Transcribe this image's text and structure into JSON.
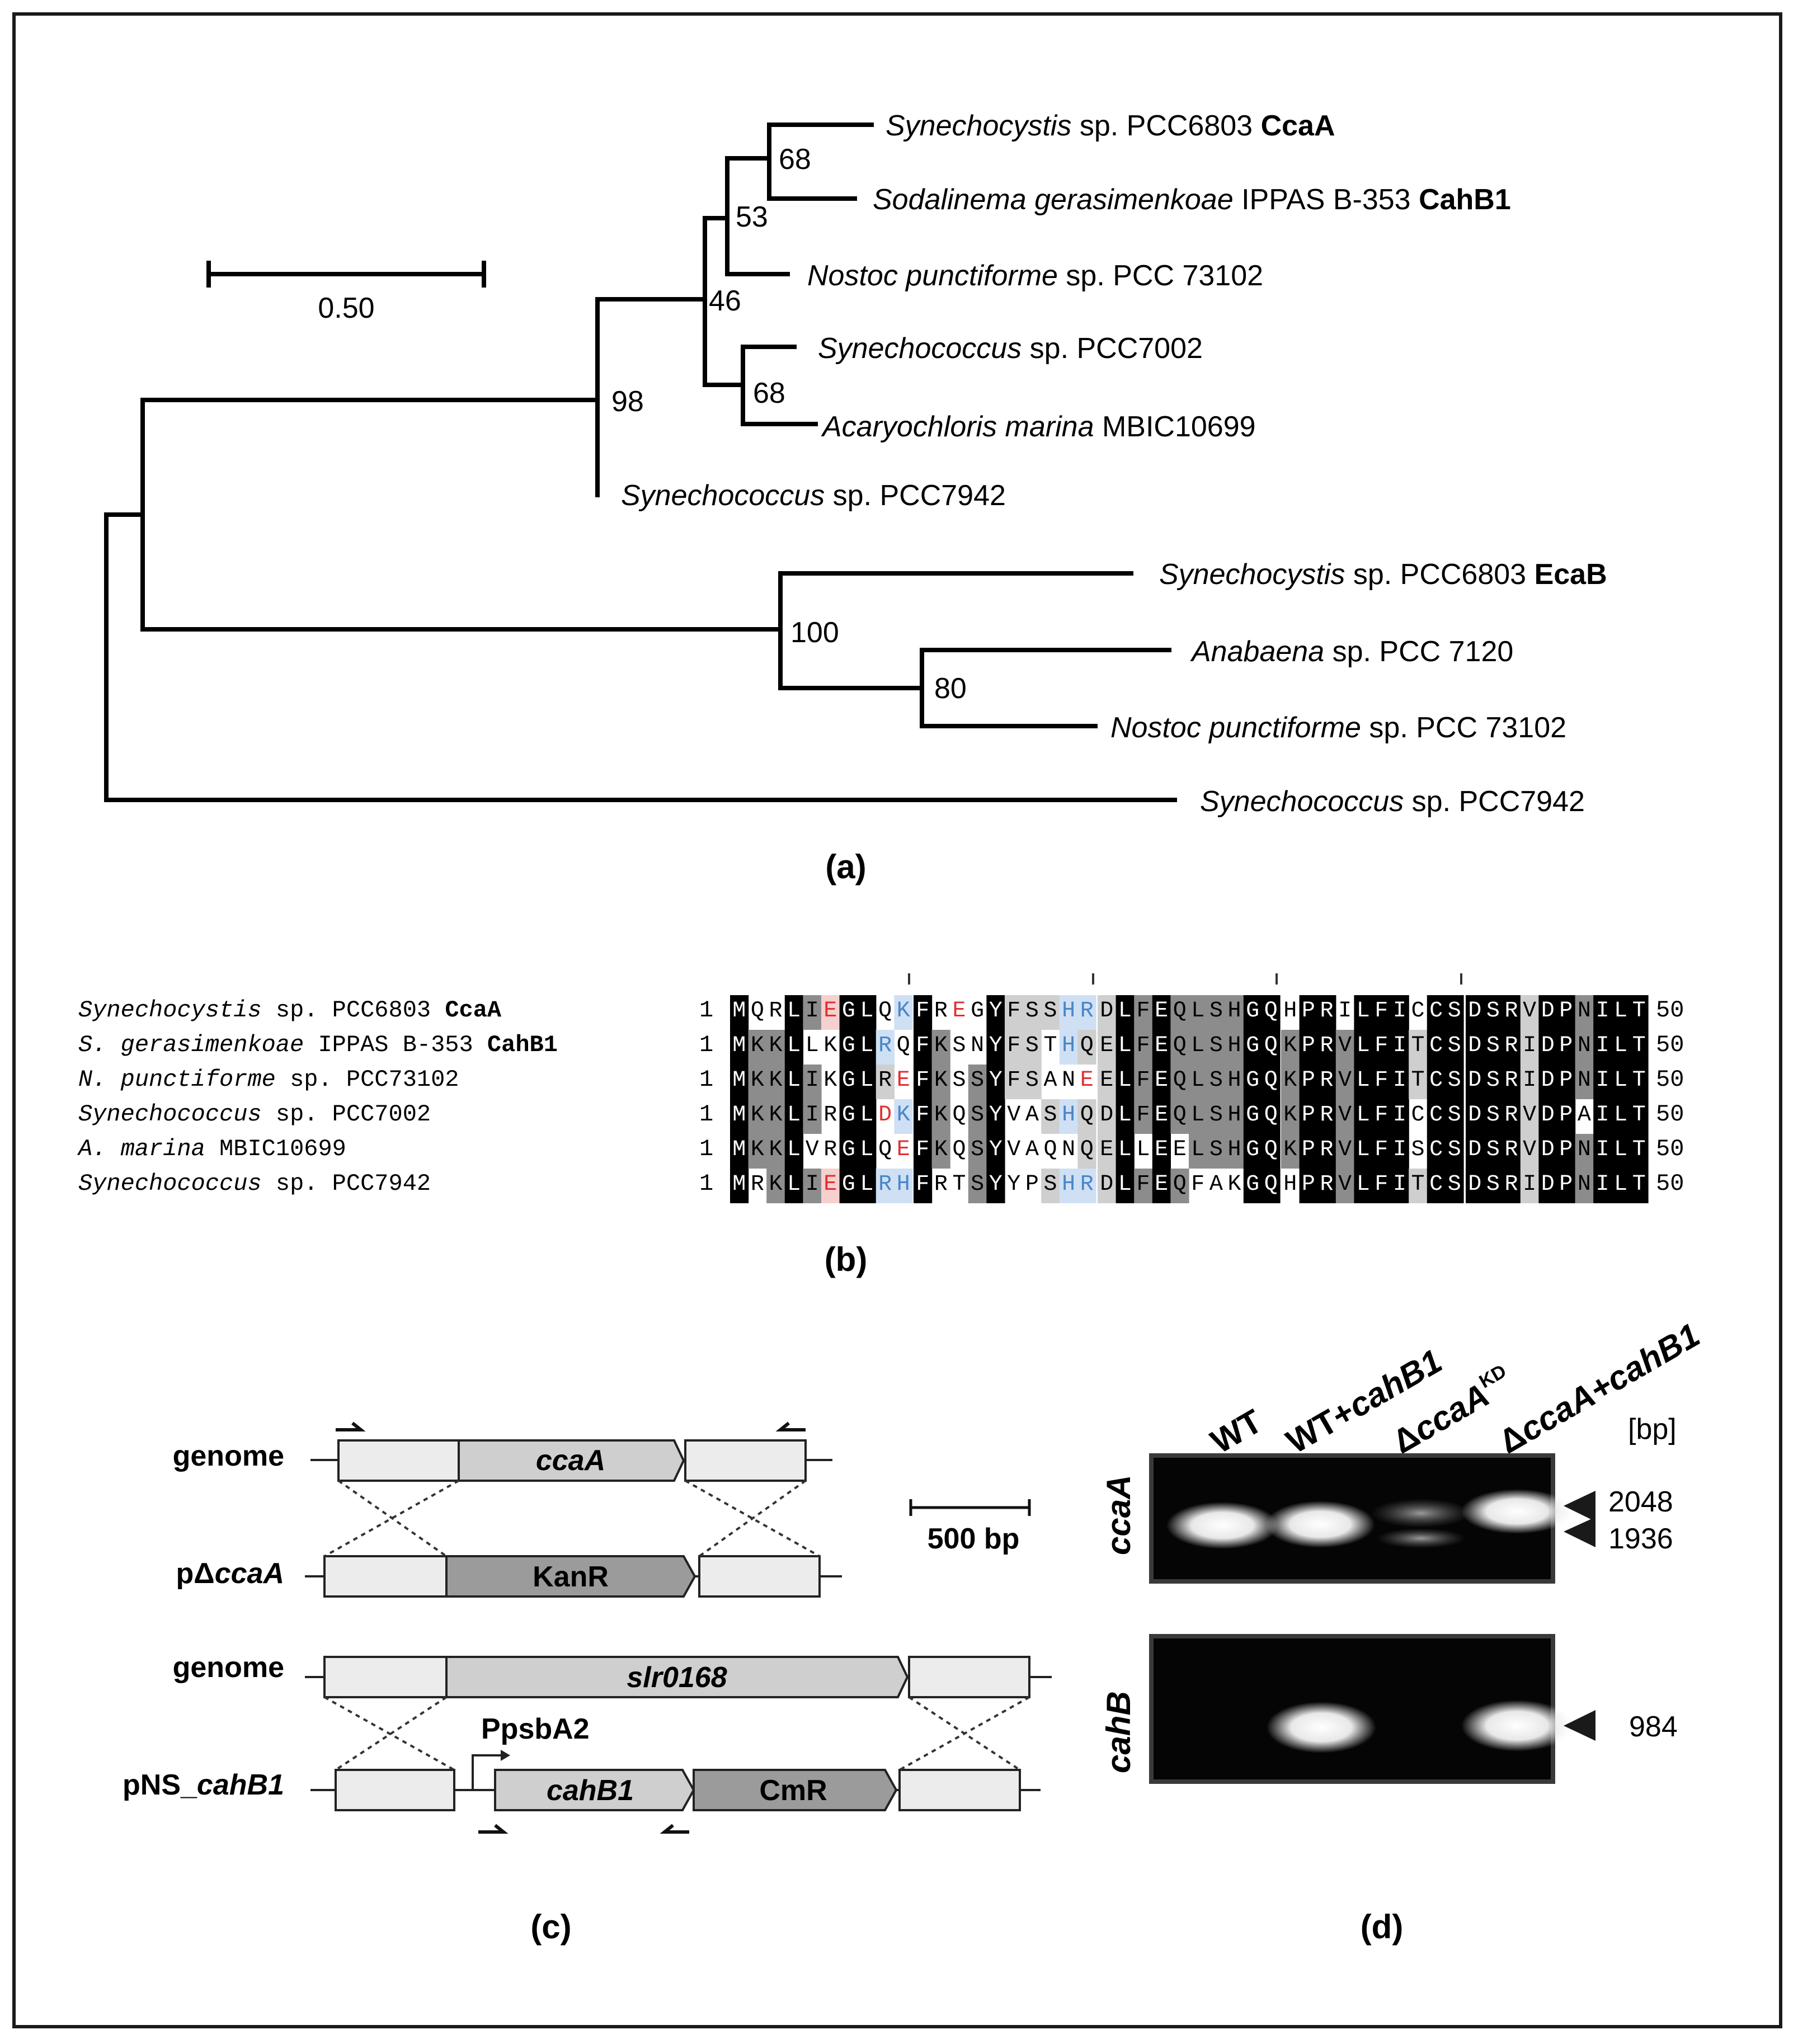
{
  "panel_labels": {
    "a": "(a)",
    "b": "(b)",
    "c": "(c)",
    "d": "(d)"
  },
  "tree": {
    "scale_label": "0.50",
    "taxa": [
      {
        "it": "Synechocystis",
        "rest": " sp. PCC6803 ",
        "bold": "CcaA"
      },
      {
        "it": "Sodalinema gerasimenkoae",
        "rest": " IPPAS B-353  ",
        "bold": "CahB1"
      },
      {
        "it": "Nostoc punctiforme",
        "rest": " sp. PCC 73102",
        "bold": ""
      },
      {
        "it": "Synechococcus",
        "rest": " sp. PCC7002",
        "bold": ""
      },
      {
        "it": "Acaryochloris marina",
        "rest": " MBIC10699",
        "bold": ""
      },
      {
        "it": "Synechococcus",
        "rest": " sp. PCC7942",
        "bold": ""
      },
      {
        "it": "Synechocystis",
        "rest": " sp. PCC6803 ",
        "bold": "EcaB"
      },
      {
        "it": "Anabaena",
        "rest": " sp. PCC 7120",
        "bold": ""
      },
      {
        "it": "Nostoc punctiforme",
        "rest": " sp. PCC 73102",
        "bold": ""
      },
      {
        "it": "Synechococcus",
        "rest": " sp. PCC7942",
        "bold": ""
      }
    ],
    "bootstraps": [
      "68",
      "53",
      "46",
      "68",
      "98",
      "100",
      "80"
    ]
  },
  "alignment": {
    "start": "1",
    "end": "50",
    "rows": [
      {
        "it": "Synechocystis",
        "rest": " sp. PCC6803 ",
        "bold": "CcaA",
        "seq": "MQRLIEGLQKFREGYFSSHRDLFEQLSHGQHPRILFICCSDSRVDPNILT"
      },
      {
        "it": "S. gerasimenkoae",
        "rest": " IPPAS B-353 ",
        "bold": "CahB1",
        "seq": "MKKLLKGLRQFKSNYFSTHQELFEQLSHGQKPRVLFITCSDSRIDPNILT"
      },
      {
        "it": "N. punctiforme",
        "rest": " sp. PCC73102",
        "bold": "",
        "seq": "MKKLIKGLREFKSSYFSANEELFEQLSHGQKPRVLFITCSDSRIDPNILT"
      },
      {
        "it": "Synechococcus",
        "rest": " sp. PCC7002",
        "bold": "",
        "seq": "MKKLIRGLDKFKQSYVASHQDLFEQLSHGQKPRVLFICCSDSRVDPAILT"
      },
      {
        "it": "A. marina",
        "rest": " MBIC10699",
        "bold": "",
        "seq": "MKKLVRGLQEFKQSYVAQNQELLEELSHGQKPRVLFISCSDSRVDPNILT"
      },
      {
        "it": "Synechococcus",
        "rest": " sp. PCC7942",
        "bold": "",
        "seq": "MRKLIEGLRHFRTSYYPSHRDLFEQFAKGQHPRVLFITCSDSRIDPNILT"
      }
    ]
  },
  "construct": {
    "row_labels": [
      "genome",
      "pΔ",
      "ccaA",
      "genome",
      "pNS_",
      "cahB1"
    ],
    "gene_ccaA": "ccaA",
    "gene_kanr": "KanR",
    "gene_slr": "slr0168",
    "gene_cahb1": "cahB1",
    "gene_cmr": "CmR",
    "promoter": "PpsbA2",
    "scale": "500 bp"
  },
  "gel": {
    "lanes": [
      "WT",
      "WT+",
      "cahB1",
      "Δ",
      "ccaA",
      "KD",
      "Δ",
      "ccaA+cahB1"
    ],
    "unit": "[bp]",
    "gel1_label": "ccaA",
    "gel2_label": "cahB",
    "markers": [
      "2048",
      "1936",
      "984"
    ]
  },
  "colors": {
    "black": "#000000",
    "dark": "#8c8c8c",
    "light": "#cfcfcf",
    "red": "#e03030",
    "blue": "#4a86c8",
    "blue_bg": "#cfe0f4",
    "red_bg": "#f6cfcf"
  }
}
